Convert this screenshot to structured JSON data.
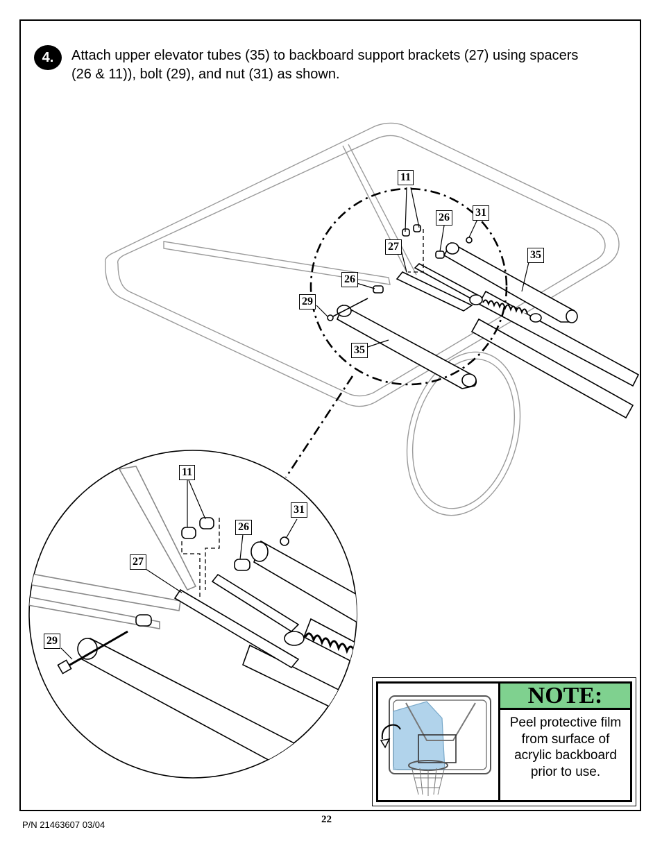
{
  "step": {
    "number": "4.",
    "instruction": "Attach upper elevator tubes (35) to backboard support brackets (27) using spacers (26 & 11)), bolt (29), and nut (31) as shown."
  },
  "callouts": {
    "top": {
      "c11": "11",
      "c26a": "26",
      "c31": "31",
      "c27": "27",
      "c35a": "35",
      "c26b": "26",
      "c29": "29",
      "c35b": "35"
    },
    "zoom": {
      "c11": "11",
      "c31": "31",
      "c26": "26",
      "c27": "27",
      "c29": "29"
    }
  },
  "note": {
    "title": "NOTE:",
    "text": "Peel protective film from surface of acrylic backboard prior to use.",
    "header_color": "#7fd18f",
    "film_color": "#a9cfe9"
  },
  "footer": {
    "part_number": "P/N 21463607   03/04",
    "page": "22"
  }
}
